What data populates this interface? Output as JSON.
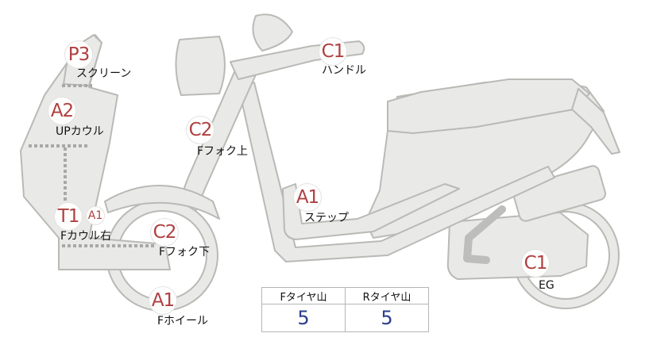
{
  "colors": {
    "body_fill": "#e9e9e7",
    "body_stroke": "#b9b9b6",
    "grade_text": "#b04040",
    "value_text": "#2c3e8a",
    "divider": "#a8a8a8",
    "dark_part": "#bdbdbb"
  },
  "parts": {
    "screen": {
      "grade": "P3",
      "label": "スクリーン"
    },
    "handle": {
      "grade": "C1",
      "label": "ハンドル"
    },
    "up_cowl": {
      "grade": "A2",
      "label": "UPカウル"
    },
    "fork_upper": {
      "grade": "C2",
      "label": "Fフォク上"
    },
    "step": {
      "grade": "A1",
      "label": "ステップ"
    },
    "f_cowl_r": {
      "grade": "T1",
      "sub_grade": "A1",
      "label": "Fカウル右"
    },
    "fork_lower": {
      "grade": "C2",
      "label": "Fフォク下"
    },
    "f_wheel": {
      "grade": "A1",
      "label": "Fホイール"
    },
    "engine": {
      "grade": "C1",
      "label": "EG"
    }
  },
  "tire_table": {
    "front_header": "Fタイヤ山",
    "rear_header": "Rタイヤ山",
    "front_value": "5",
    "rear_value": "5"
  }
}
